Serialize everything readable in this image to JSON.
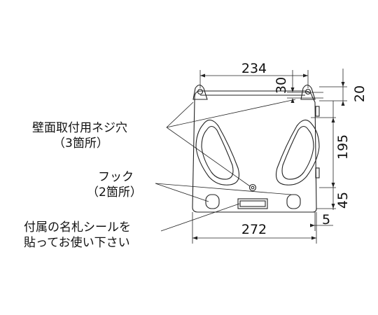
{
  "dimensions": {
    "top_width": "234",
    "hook_offset": "30",
    "top_margin": "20",
    "hole_spacing": "195",
    "lower_height": "45",
    "bottom_width": "272",
    "plate_offset": "5"
  },
  "callouts": {
    "screw_holes": {
      "line1": "壁面取付用ネジ穴",
      "line2": "（3箇所）"
    },
    "hooks": {
      "line1": "フック",
      "line2": "（2箇所）"
    },
    "nameplate": {
      "line1": "付属の名札シールを",
      "line2": "貼ってお使い下さい"
    }
  },
  "colors": {
    "line": "#222222",
    "fill": "#ffffff"
  }
}
